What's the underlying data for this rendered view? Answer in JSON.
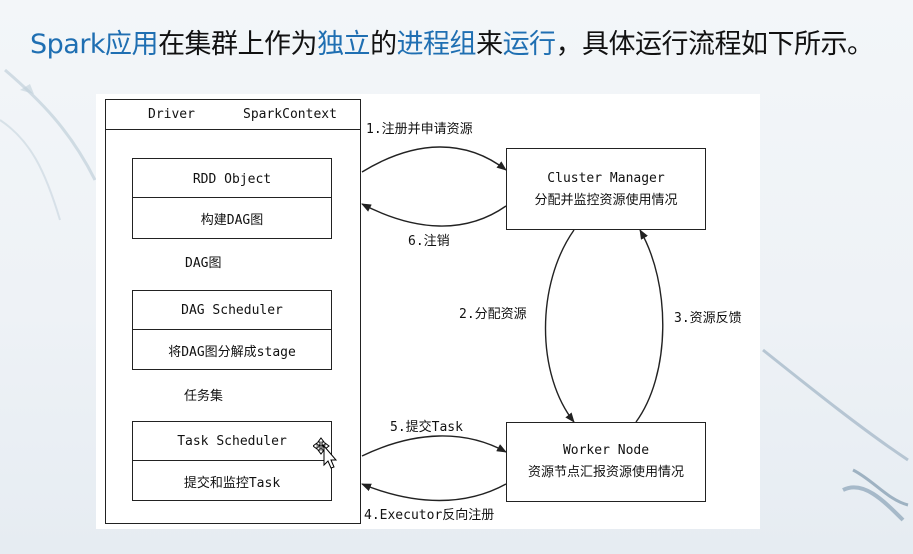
{
  "title": {
    "seg1": "Spark应用",
    "seg2": "在集群上作为",
    "seg3": "独立",
    "seg4": "的",
    "seg5": "进程组",
    "seg6": "来",
    "seg7": "运行",
    "seg8": "，具体运行流程如下所示。"
  },
  "colors": {
    "highlight": "#1f6fb2",
    "text": "#111111",
    "line": "#222222"
  },
  "driver": {
    "label": "Driver",
    "context": "SparkContext",
    "rdd": {
      "title": "RDD Object",
      "desc": "构建DAG图"
    },
    "dag_edge": "DAG图",
    "dag_scheduler": {
      "title": "DAG Scheduler",
      "desc": "将DAG图分解成stage"
    },
    "task_edge": "任务集",
    "task_scheduler": {
      "title": "Task Scheduler",
      "desc": "提交和监控Task"
    }
  },
  "cluster_manager": {
    "title": "Cluster Manager",
    "desc": "分配并监控资源使用情况"
  },
  "worker_node": {
    "title": "Worker Node",
    "desc": "资源节点汇报资源使用情况"
  },
  "arrows": {
    "register": "1.注册并申请资源",
    "allocate": "2.分配资源",
    "feedback": "3.资源反馈",
    "executor_register": "4.Executor反向注册",
    "submit_task": "5.提交Task",
    "deregister": "6.注销"
  }
}
